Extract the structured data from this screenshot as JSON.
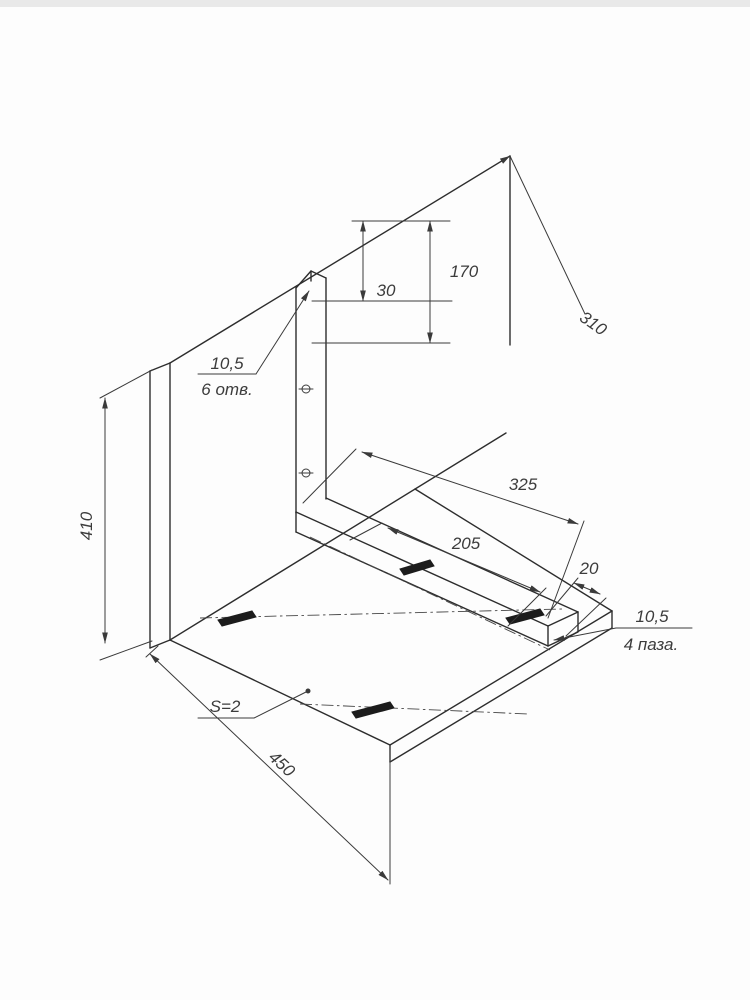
{
  "dims": {
    "d170": "170",
    "d30": "30",
    "d310": "310",
    "d410": "410",
    "d325": "325",
    "d205": "205",
    "d20": "20",
    "d450": "450",
    "hole_dia": "10,5",
    "hole_note": "6 отв.",
    "slot_dia": "10,5",
    "slot_note": "4 паза.",
    "thickness": "S=2"
  },
  "colors": {
    "object_line": "#2d2d2d",
    "dimension_line": "#3a3a3a",
    "background": "#fdfdfd"
  }
}
